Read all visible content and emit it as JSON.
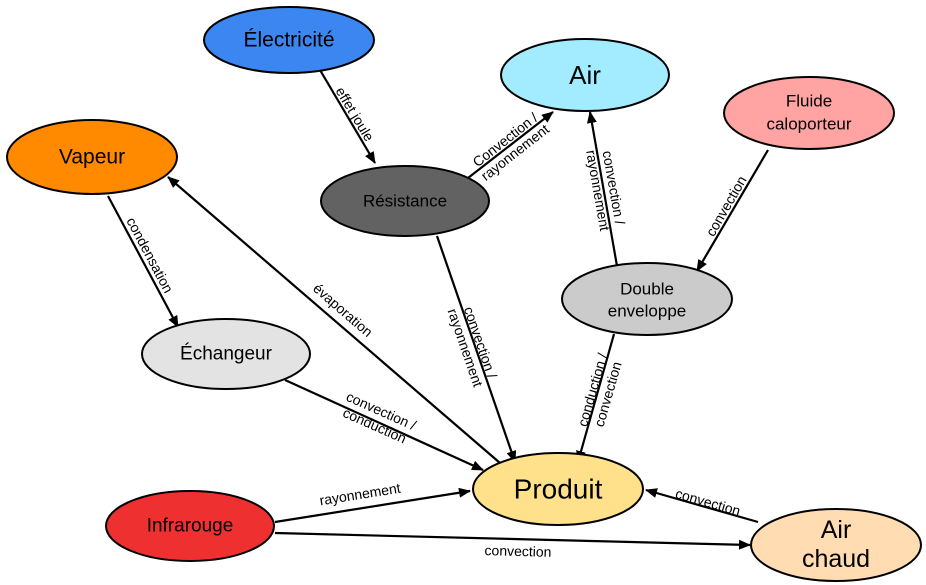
{
  "nodes": {
    "electricite": {
      "label": "Électricité",
      "color": "#3b86f0"
    },
    "air": {
      "label": "Air",
      "color": "#a3ecff"
    },
    "fluide": {
      "label1": "Fluide",
      "label2": "caloporteur",
      "color": "#ffa3a3"
    },
    "vapeur": {
      "label": "Vapeur",
      "color": "#ff8a00"
    },
    "resistance": {
      "label": "Résistance",
      "color": "#626262"
    },
    "double": {
      "label1": "Double",
      "label2": "enveloppe",
      "color": "#cbcbcb"
    },
    "echangeur": {
      "label": "Échangeur",
      "color": "#e3e3e3"
    },
    "produit": {
      "label": "Produit",
      "color": "#ffe18c"
    },
    "infrarouge": {
      "label": "Infrarouge",
      "color": "#ef3030"
    },
    "airchaud": {
      "label1": "Air",
      "label2": "chaud",
      "color": "#ffdcb2"
    }
  },
  "edges": {
    "elec_res": {
      "l1": "effet joule"
    },
    "res_air": {
      "l1": "Convection /",
      "l2": "rayonnement"
    },
    "de_air": {
      "l1": "convection /",
      "l2": "rayonnement"
    },
    "fluide_de": {
      "l1": "convection"
    },
    "vapeur_ech": {
      "l1": "condensation"
    },
    "evap": {
      "l1": "évaporation"
    },
    "res_prod": {
      "l1": "convection /",
      "l2": "rayonnement"
    },
    "de_prod": {
      "l1": "conduction /",
      "l2": "convection"
    },
    "ech_prod": {
      "l1": "convection /",
      "l2": "conduction"
    },
    "infra_prod": {
      "l1": "rayonnement"
    },
    "infra_airchaud": {
      "l1": "convection"
    },
    "airchaud_prod": {
      "l1": "convection"
    }
  }
}
